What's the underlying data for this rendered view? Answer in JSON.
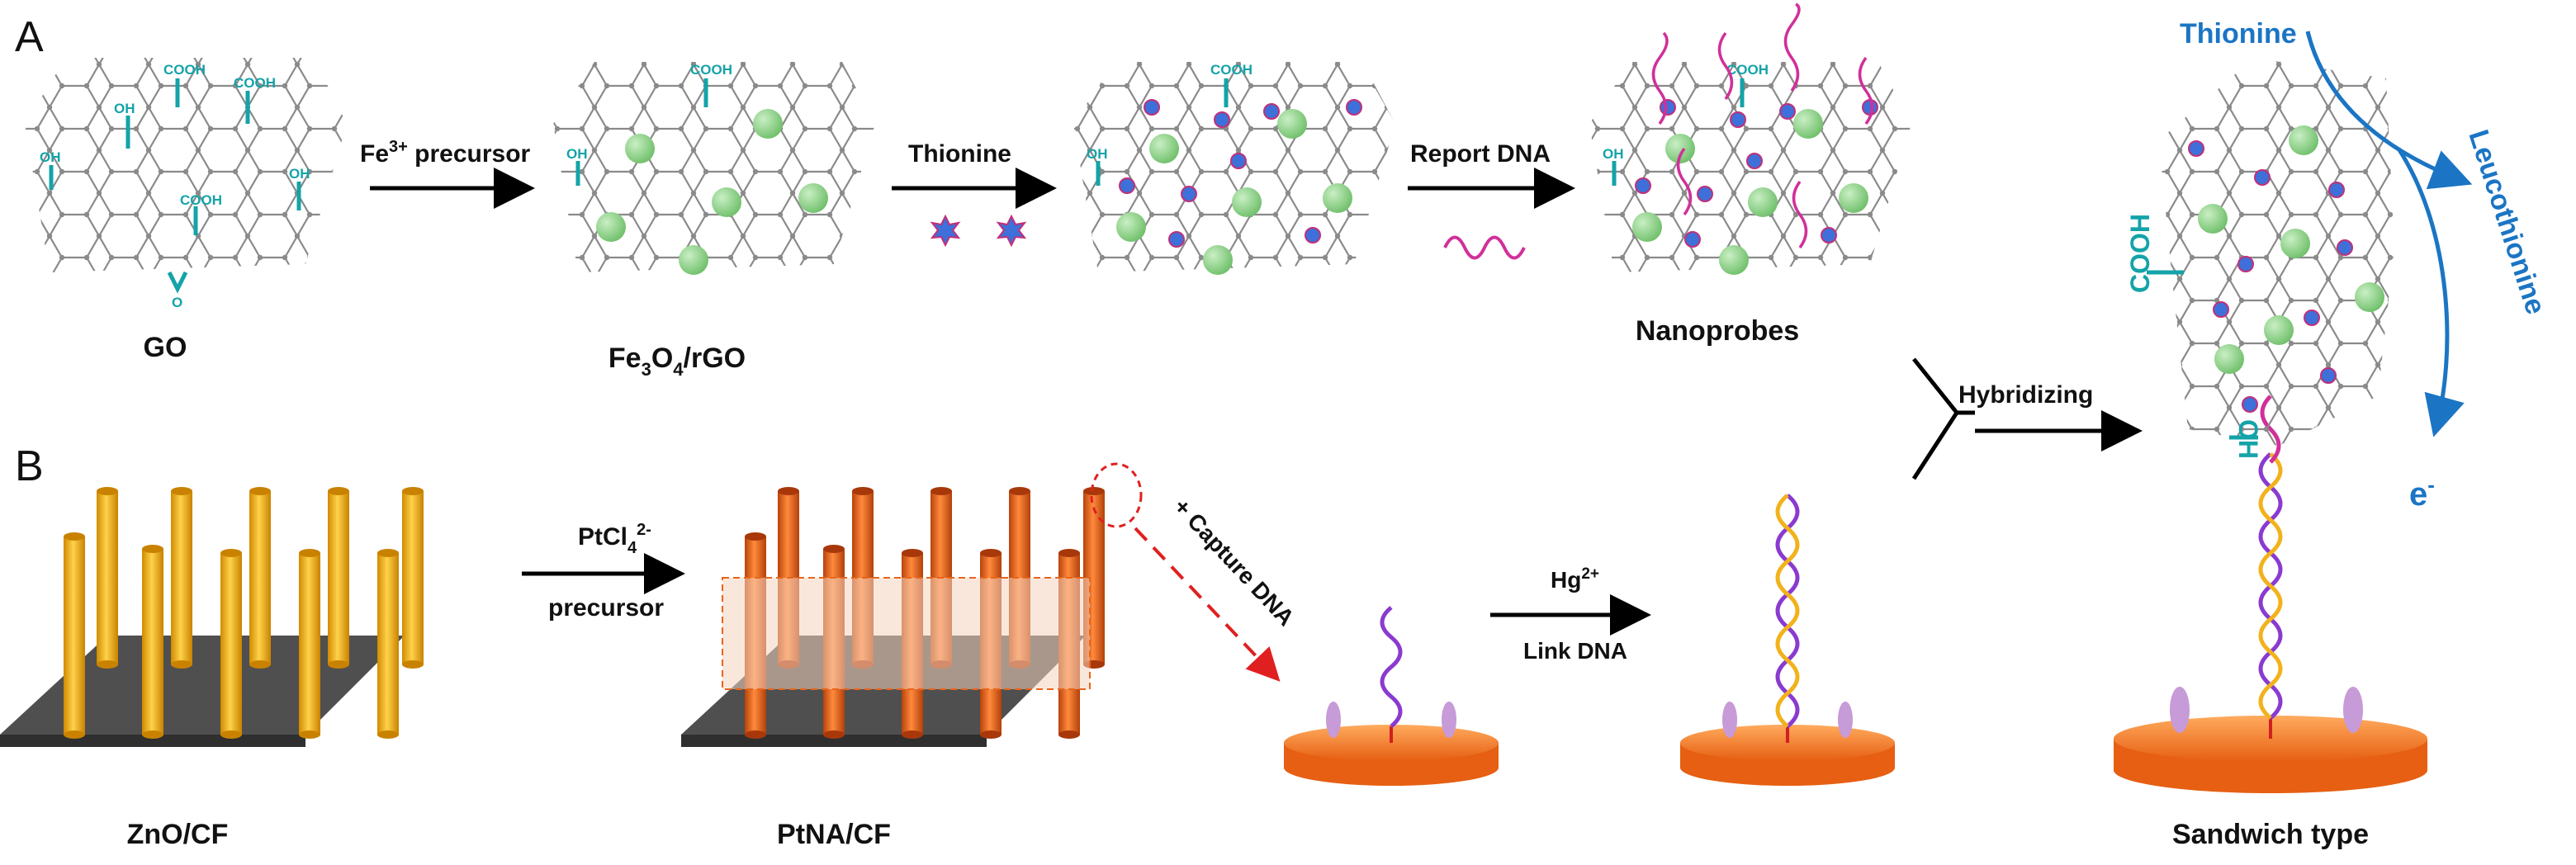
{
  "panel_a": {
    "letter": "A",
    "go_label": "GO",
    "go_groups": {
      "cooh": "COOH",
      "oh": "OH",
      "epoxy": "O"
    },
    "step1": {
      "ion": "Fe",
      "sup": "3+",
      "text": " precursor"
    },
    "fe3o4_label": {
      "a": "Fe",
      "b": "3",
      "c": "O",
      "d": "4",
      "e": "/rGO"
    },
    "step2": "Thionine",
    "step3": "Report DNA",
    "nanoprobes_label": "Nanoprobes"
  },
  "panel_b": {
    "letter": "B",
    "zno_label": "ZnO/CF",
    "step1": {
      "a": "PtCl",
      "b": "4",
      "c": "2-",
      "d": "precursor"
    },
    "capture": "+ Capture DNA",
    "ptna_label": "PtNA/CF",
    "step2": {
      "ion": "Hg",
      "sup": "2+",
      "text": "Link DNA"
    }
  },
  "right": {
    "hybridizing": "Hybridizing",
    "thionine": "Thionine",
    "leucothionine": "Leucothionine",
    "electron": "e",
    "electron_sup": "-",
    "cooh": "COOH",
    "oh": "OH",
    "sandwich_label": "Sandwich type"
  },
  "colors": {
    "graphene": "#8a8a8a",
    "fe3o4": "#8fcf8a",
    "thionine_star": "#3f6fd8",
    "dna_pink": "#d0309a",
    "zno_rod": "#f2b21c",
    "pt_rod": "#e8651a",
    "substrate": "#555555",
    "electrode": "#f07a2a",
    "teal": "#14a3a8",
    "blue": "#1b75c4"
  }
}
